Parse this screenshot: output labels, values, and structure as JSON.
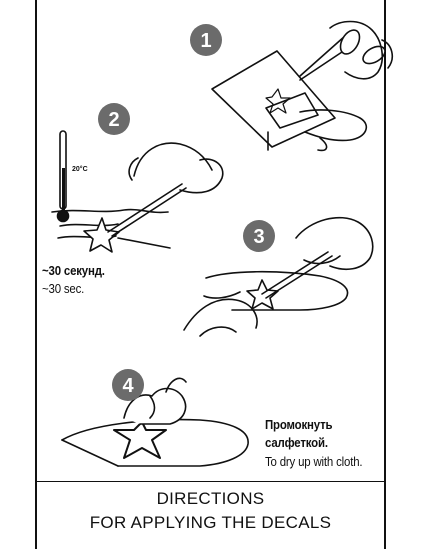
{
  "steps": [
    {
      "number": "1"
    },
    {
      "number": "2"
    },
    {
      "number": "3"
    },
    {
      "number": "4"
    }
  ],
  "thermometer_label": "20°C",
  "step2_caption": {
    "ru": "~30 секунд.",
    "en": "~30 sec."
  },
  "step4_caption": {
    "ru_line1": "Промокнуть",
    "ru_line2": "салфеткой.",
    "en": "To dry up with cloth."
  },
  "title": {
    "line1": "DIRECTIONS",
    "line2": "FOR APPLYING THE DECALS"
  },
  "colors": {
    "badge": "#6b6b6b",
    "ink": "#111111"
  }
}
